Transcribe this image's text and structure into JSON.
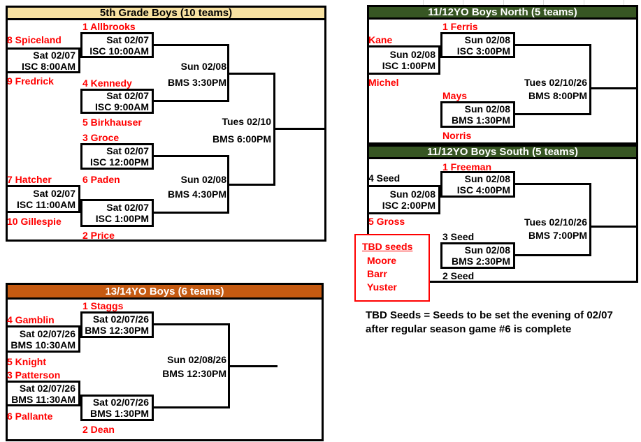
{
  "colors": {
    "gold_header": "#F8E2A2",
    "green_header": "#375623",
    "orange_header": "#C55A11",
    "team_red": "#FF0000",
    "bracket_line": "#000000",
    "tbd_border": "#FF0000"
  },
  "brackets": {
    "g5": {
      "title": "5th Grade Boys (10 teams)",
      "teams": {
        "allbrooks": "1 Allbrooks",
        "spiceland": "8 Spiceland",
        "fredrick": "9 Fredrick",
        "kennedy": "4 Kennedy",
        "birkhauser": "5 Birkhauser",
        "groce": "3 Groce",
        "paden": "6 Paden",
        "hatcher": "7 Hatcher",
        "gillespie": "10 Gillespie",
        "price": "2 Price"
      },
      "games": {
        "r2_allbrooks": {
          "line1": "Sat 02/07",
          "line2": "ISC 10:00AM"
        },
        "r1_top": {
          "line1": "Sat 02/07",
          "line2": "ISC 8:00AM"
        },
        "r2_kennedy": {
          "line1": "Sat 02/07",
          "line2": "ISC 9:00AM"
        },
        "r2_groce": {
          "line1": "Sat 02/07",
          "line2": "ISC 12:00PM"
        },
        "r1_bottom": {
          "line1": "Sat 02/07",
          "line2": "ISC 11:00AM"
        },
        "r2_price": {
          "line1": "Sat 02/07",
          "line2": "ISC 1:00PM"
        },
        "semi_top": {
          "line1": "Sun 02/08",
          "line2": "BMS 3:30PM"
        },
        "semi_bottom": {
          "line1": "Sun 02/08",
          "line2": "BMS 4:30PM"
        },
        "final": {
          "line1": "Tues 02/10",
          "line2": "BMS 6:00PM"
        }
      }
    },
    "north": {
      "title": "11/12YO Boys North (5 teams)",
      "teams": {
        "ferris": "1 Ferris",
        "kane": "Kane",
        "michel": "Michel",
        "mays": "Mays",
        "norris": "Norris"
      },
      "games": {
        "semi_top": {
          "line1": "Sun 02/08",
          "line2": "ISC 3:00PM"
        },
        "r1": {
          "line1": "Sun 02/08",
          "line2": "ISC 1:00PM"
        },
        "semi_bottom": {
          "line1": "Sun 02/08",
          "line2": "BMS 1:30PM"
        },
        "final": {
          "line1": "Tues 02/10/26",
          "line2": "BMS 8:00PM"
        }
      }
    },
    "south": {
      "title": "11/12YO Boys South (5 teams)",
      "teams": {
        "freeman": "1 Freeman",
        "seed4": "4 Seed",
        "gross": "5 Gross",
        "seed3": "3 Seed",
        "seed2": "2 Seed"
      },
      "games": {
        "semi_top": {
          "line1": "Sun 02/08",
          "line2": "ISC 4:00PM"
        },
        "r1": {
          "line1": "Sun 02/08",
          "line2": "ISC 2:00PM"
        },
        "semi_bottom": {
          "line1": "Sun 02/08",
          "line2": "BMS 2:30PM"
        },
        "final": {
          "line1": "Tues 02/10/26",
          "line2": "BMS 7:00PM"
        }
      }
    },
    "teen": {
      "title": "13/14YO Boys (6 teams)",
      "teams": {
        "staggs": "1 Staggs",
        "gamblin": "4 Gamblin",
        "knight": "5 Knight",
        "patterson": "3 Patterson",
        "pallante": "6 Pallante",
        "dean": "2 Dean"
      },
      "games": {
        "r2_staggs": {
          "line1": "Sat 02/07/26",
          "line2": "BMS 12:30PM"
        },
        "r1_top": {
          "line1": "Sat 02/07/26",
          "line2": "BMS 10:30AM"
        },
        "r1_bottom": {
          "line1": "Sat 02/07/26",
          "line2": "BMS 11:30AM"
        },
        "r2_dean": {
          "line1": "Sat 02/07/26",
          "line2": "BMS 1:30PM"
        },
        "final": {
          "line1": "Sun 02/08/26",
          "line2": "BMS 12:30PM"
        }
      }
    }
  },
  "tbd_box": {
    "title": "TBD seeds",
    "teams": [
      "Moore",
      "Barr",
      "Yuster"
    ]
  },
  "note": {
    "line1": "TBD Seeds = Seeds to be set the evening of 02/07",
    "line2": "after regular season game #6 is complete"
  }
}
